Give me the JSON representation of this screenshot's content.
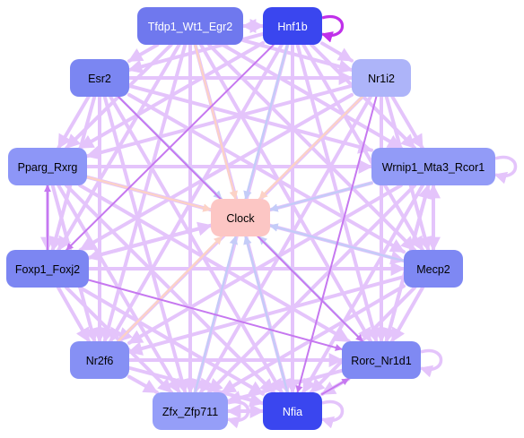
{
  "graph": {
    "nodes": [
      {
        "id": "tfdp1",
        "label": "Tfdp1_Wt1_Egr2",
        "fill": "#6f78ee",
        "text_color": "#ffffff"
      },
      {
        "id": "hnf1b",
        "label": "Hnf1b",
        "fill": "#3a46ef",
        "text_color": "#ffffff"
      },
      {
        "id": "esr2",
        "label": "Esr2",
        "fill": "#7b86f2",
        "text_color": "#000000"
      },
      {
        "id": "nr1i2",
        "label": "Nr1i2",
        "fill": "#adb4f9",
        "text_color": "#000000"
      },
      {
        "id": "pparg",
        "label": "Pparg_Rxrg",
        "fill": "#8d96f7",
        "text_color": "#000000"
      },
      {
        "id": "wrnip1",
        "label": "Wrnip1_Mta3_Rcor1",
        "fill": "#929bf7",
        "text_color": "#000000"
      },
      {
        "id": "clock",
        "label": "Clock",
        "fill": "#fcc6c4",
        "text_color": "#000000"
      },
      {
        "id": "foxp1",
        "label": "Foxp1_Foxj2",
        "fill": "#7c86f2",
        "text_color": "#000000"
      },
      {
        "id": "mecp2",
        "label": "Mecp2",
        "fill": "#7e88f3",
        "text_color": "#000000"
      },
      {
        "id": "nr2f6",
        "label": "Nr2f6",
        "fill": "#8690f4",
        "text_color": "#000000"
      },
      {
        "id": "rorc",
        "label": "Rorc_Nr1d1",
        "fill": "#7f89f3",
        "text_color": "#000000"
      },
      {
        "id": "zfx",
        "label": "Zfx_Zfp711",
        "fill": "#959ef8",
        "text_color": "#000000"
      },
      {
        "id": "nfia",
        "label": "Nfia",
        "fill": "#3a46ef",
        "text_color": "#ffffff"
      }
    ],
    "edge_colors": {
      "default": "#e4c4fb",
      "strong": "#c678f0",
      "blue": "#c4ccf8",
      "peach": "#fcd2c6",
      "self_loop": "#c030ea"
    },
    "edges": [
      {
        "from": "tfdp1",
        "to": "clock",
        "color": "peach"
      },
      {
        "from": "hnf1b",
        "to": "clock",
        "color": "blue"
      },
      {
        "from": "esr2",
        "to": "clock",
        "color": "blue"
      },
      {
        "from": "nr1i2",
        "to": "clock",
        "color": "peach"
      },
      {
        "from": "pparg",
        "to": "clock",
        "color": "peach"
      },
      {
        "from": "wrnip1",
        "to": "clock",
        "color": "blue"
      },
      {
        "from": "foxp1",
        "to": "clock",
        "color": "default"
      },
      {
        "from": "mecp2",
        "to": "clock",
        "color": "blue"
      },
      {
        "from": "nr2f6",
        "to": "clock",
        "color": "peach"
      },
      {
        "from": "rorc",
        "to": "clock",
        "color": "blue"
      },
      {
        "from": "zfx",
        "to": "clock",
        "color": "blue"
      },
      {
        "from": "nfia",
        "to": "clock",
        "color": "blue"
      },
      {
        "from": "tfdp1",
        "to": "hnf1b",
        "color": "default"
      },
      {
        "from": "tfdp1",
        "to": "esr2",
        "color": "default"
      },
      {
        "from": "tfdp1",
        "to": "nr1i2",
        "color": "default"
      },
      {
        "from": "tfdp1",
        "to": "pparg",
        "color": "default"
      },
      {
        "from": "tfdp1",
        "to": "wrnip1",
        "color": "default"
      },
      {
        "from": "tfdp1",
        "to": "foxp1",
        "color": "default"
      },
      {
        "from": "tfdp1",
        "to": "mecp2",
        "color": "default"
      },
      {
        "from": "tfdp1",
        "to": "nr2f6",
        "color": "default"
      },
      {
        "from": "tfdp1",
        "to": "rorc",
        "color": "default"
      },
      {
        "from": "tfdp1",
        "to": "zfx",
        "color": "default"
      },
      {
        "from": "tfdp1",
        "to": "nfia",
        "color": "default"
      },
      {
        "from": "hnf1b",
        "to": "tfdp1",
        "color": "default"
      },
      {
        "from": "hnf1b",
        "to": "esr2",
        "color": "default"
      },
      {
        "from": "hnf1b",
        "to": "nr1i2",
        "color": "default"
      },
      {
        "from": "hnf1b",
        "to": "pparg",
        "color": "default"
      },
      {
        "from": "hnf1b",
        "to": "wrnip1",
        "color": "default"
      },
      {
        "from": "hnf1b",
        "to": "foxp1",
        "color": "strong"
      },
      {
        "from": "hnf1b",
        "to": "mecp2",
        "color": "default"
      },
      {
        "from": "hnf1b",
        "to": "nr2f6",
        "color": "default"
      },
      {
        "from": "hnf1b",
        "to": "rorc",
        "color": "default"
      },
      {
        "from": "hnf1b",
        "to": "zfx",
        "color": "default"
      },
      {
        "from": "hnf1b",
        "to": "nfia",
        "color": "default"
      },
      {
        "from": "esr2",
        "to": "nr1i2",
        "color": "default"
      },
      {
        "from": "esr2",
        "to": "pparg",
        "color": "default"
      },
      {
        "from": "esr2",
        "to": "wrnip1",
        "color": "default"
      },
      {
        "from": "esr2",
        "to": "foxp1",
        "color": "default"
      },
      {
        "from": "esr2",
        "to": "mecp2",
        "color": "default"
      },
      {
        "from": "esr2",
        "to": "nr2f6",
        "color": "default"
      },
      {
        "from": "esr2",
        "to": "rorc",
        "color": "strong"
      },
      {
        "from": "esr2",
        "to": "zfx",
        "color": "default"
      },
      {
        "from": "esr2",
        "to": "nfia",
        "color": "default"
      },
      {
        "from": "nr1i2",
        "to": "pparg",
        "color": "default"
      },
      {
        "from": "nr1i2",
        "to": "wrnip1",
        "color": "default"
      },
      {
        "from": "nr1i2",
        "to": "foxp1",
        "color": "default"
      },
      {
        "from": "nr1i2",
        "to": "mecp2",
        "color": "default"
      },
      {
        "from": "nr1i2",
        "to": "nr2f6",
        "color": "default"
      },
      {
        "from": "nr1i2",
        "to": "rorc",
        "color": "default"
      },
      {
        "from": "nr1i2",
        "to": "zfx",
        "color": "default"
      },
      {
        "from": "nr1i2",
        "to": "nfia",
        "color": "strong"
      },
      {
        "from": "pparg",
        "to": "wrnip1",
        "color": "default"
      },
      {
        "from": "pparg",
        "to": "foxp1",
        "color": "default"
      },
      {
        "from": "pparg",
        "to": "mecp2",
        "color": "default"
      },
      {
        "from": "pparg",
        "to": "nr2f6",
        "color": "default"
      },
      {
        "from": "pparg",
        "to": "rorc",
        "color": "default"
      },
      {
        "from": "pparg",
        "to": "zfx",
        "color": "default"
      },
      {
        "from": "pparg",
        "to": "nfia",
        "color": "default"
      },
      {
        "from": "wrnip1",
        "to": "foxp1",
        "color": "default"
      },
      {
        "from": "wrnip1",
        "to": "mecp2",
        "color": "default"
      },
      {
        "from": "wrnip1",
        "to": "nr2f6",
        "color": "default"
      },
      {
        "from": "wrnip1",
        "to": "rorc",
        "color": "default"
      },
      {
        "from": "wrnip1",
        "to": "zfx",
        "color": "default"
      },
      {
        "from": "wrnip1",
        "to": "nfia",
        "color": "default"
      },
      {
        "from": "foxp1",
        "to": "pparg",
        "color": "strong"
      },
      {
        "from": "foxp1",
        "to": "mecp2",
        "color": "default"
      },
      {
        "from": "foxp1",
        "to": "nr2f6",
        "color": "default"
      },
      {
        "from": "foxp1",
        "to": "rorc",
        "color": "strong"
      },
      {
        "from": "foxp1",
        "to": "zfx",
        "color": "default"
      },
      {
        "from": "foxp1",
        "to": "nfia",
        "color": "default"
      },
      {
        "from": "mecp2",
        "to": "nr2f6",
        "color": "default"
      },
      {
        "from": "mecp2",
        "to": "rorc",
        "color": "default"
      },
      {
        "from": "mecp2",
        "to": "zfx",
        "color": "default"
      },
      {
        "from": "mecp2",
        "to": "nfia",
        "color": "default"
      },
      {
        "from": "mecp2",
        "to": "wrnip1",
        "color": "default"
      },
      {
        "from": "nr2f6",
        "to": "rorc",
        "color": "default"
      },
      {
        "from": "nr2f6",
        "to": "zfx",
        "color": "default"
      },
      {
        "from": "nr2f6",
        "to": "nfia",
        "color": "default"
      },
      {
        "from": "rorc",
        "to": "zfx",
        "color": "default"
      },
      {
        "from": "rorc",
        "to": "nfia",
        "color": "default"
      },
      {
        "from": "rorc",
        "to": "wrnip1",
        "color": "default"
      },
      {
        "from": "zfx",
        "to": "nfia",
        "color": "default"
      },
      {
        "from": "nfia",
        "to": "rorc",
        "color": "strong"
      },
      {
        "from": "nfia",
        "to": "zfx",
        "color": "default"
      }
    ],
    "self_loops": [
      {
        "node": "hnf1b",
        "color": "self_loop"
      },
      {
        "node": "wrnip1",
        "color": "default"
      },
      {
        "node": "rorc",
        "color": "default"
      },
      {
        "node": "zfx",
        "color": "default"
      },
      {
        "node": "nfia",
        "color": "default"
      }
    ]
  }
}
